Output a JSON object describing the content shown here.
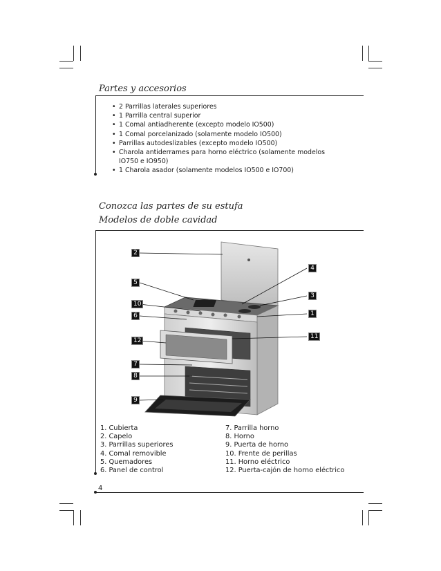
{
  "accessories": {
    "title": "Partes y accesorios",
    "items": [
      "2 Parrillas laterales superiores",
      "1 Parrilla central superior",
      "1 Comal antiadherente (excepto modelo IO500)",
      "1 Comal porcelanizado (solamente modelo IO500)",
      "Parrillas autodeslizables (excepto modelo IO500)",
      "Charola antiderrames para horno eléctrico (solamente modelos IO750 e IO950)",
      "1 Charola asador (solamente modelos IO500 e IO700)"
    ]
  },
  "parts_section": {
    "title_line1": "Conozca las partes de su estufa",
    "title_line2": "Modelos de doble cavidad"
  },
  "diagram": {
    "callouts": [
      "1",
      "2",
      "3",
      "4",
      "5",
      "6",
      "7",
      "8",
      "9",
      "10",
      "11",
      "12"
    ]
  },
  "parts": {
    "left": [
      "1. Cubierta",
      "2. Capelo",
      "3. Parrillas superiores",
      "4. Comal removible",
      "5. Quemadores",
      "6. Panel de control"
    ],
    "right": [
      "7. Parrilla horno",
      "8. Horno",
      "9. Puerta de horno",
      "10. Frente de perillas",
      "11. Horno eléctrico",
      "12. Puerta-cajón de horno eléctrico"
    ]
  },
  "page_number": "4"
}
